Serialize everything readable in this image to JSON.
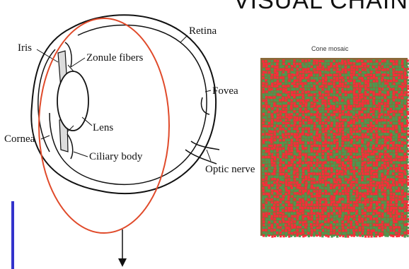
{
  "slide": {
    "title": "VISUAL CHAIN"
  },
  "eye_diagram": {
    "labels": {
      "iris": "Iris",
      "zonule_fibers": "Zonule fibers",
      "retina": "Retina",
      "fovea": "Fovea",
      "lens": "Lens",
      "cornea": "Cornea",
      "ciliary_body": "Ciliary body",
      "optic_nerve": "Optic nerve"
    }
  },
  "mosaic": {
    "caption": "Cone mosaic",
    "colors": {
      "background": "#8a6a3a",
      "red_cone": "#ff2a3a",
      "green_cone": "#4a9a52"
    }
  },
  "colors": {
    "highlight_ellipse": "#e04a2a",
    "left_bar": "#3333cc",
    "ink": "#111111"
  }
}
